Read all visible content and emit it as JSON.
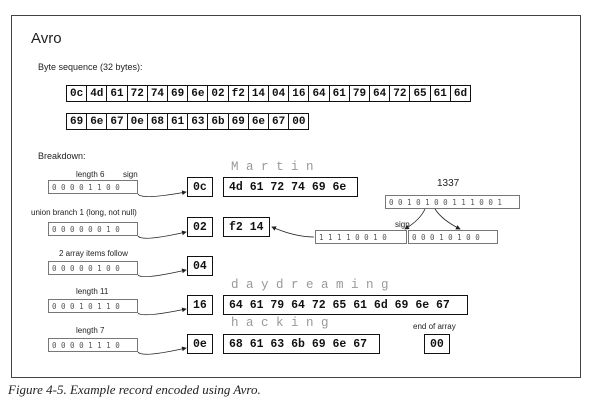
{
  "title": "Avro",
  "byte_sequence_label": "Byte sequence (32 bytes):",
  "byte_rows": [
    [
      "0c",
      "4d",
      "61",
      "72",
      "74",
      "69",
      "6e",
      "02",
      "f2",
      "14",
      "04",
      "16",
      "64",
      "61",
      "79",
      "64",
      "72",
      "65",
      "61",
      "6d"
    ],
    [
      "69",
      "6e",
      "67",
      "0e",
      "68",
      "61",
      "63",
      "6b",
      "69",
      "6e",
      "67",
      "00"
    ]
  ],
  "breakdown_label": "Breakdown:",
  "fields": {
    "name": {
      "label": "length 6",
      "sign": "sign",
      "bits": "0 0 0 0 1 1 0 0",
      "encoded": "0c",
      "decoded_letters": "M a r t i n",
      "value_bytes": "4d 61 72 74 69 6e"
    },
    "union": {
      "label": "union branch 1 (long, not null)",
      "bits": "0 0 0 0 0 0 1 0",
      "encoded": "02",
      "value_bytes": "f2 14"
    },
    "number": {
      "value": "1337",
      "bits_top": "0 0 1 0 1 0 0 1 1 1 0 0 1",
      "sign": "sign",
      "bits_bottom_left": "1 1 1 1 0 0 1 0",
      "bits_bottom_right": "0 0 0 1 0 1 0 0"
    },
    "array": {
      "label": "2 array items follow",
      "bits": "0 0 0 0 0 1 0 0",
      "encoded": "04"
    },
    "item1": {
      "label": "length 11",
      "bits": "0 0 0 1 0 1 1 0",
      "encoded": "16",
      "decoded_letters": "d a y d r e a m i n g",
      "value_bytes": "64 61 79 64 72 65 61 6d 69 6e 67"
    },
    "item2": {
      "label": "length 7",
      "bits": "0 0 0 0 1 1 1 0",
      "encoded": "0e",
      "decoded_letters": "h a c k i n g",
      "value_bytes": "68 61 63 6b 69 6e 67"
    },
    "end": {
      "label": "end of array",
      "encoded": "00"
    }
  },
  "caption": "Figure 4-5. Example record encoded using Avro."
}
